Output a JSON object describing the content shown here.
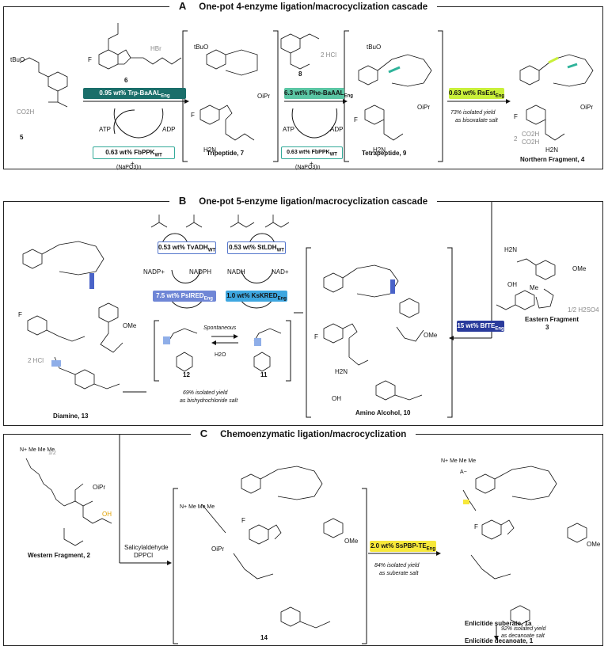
{
  "panelA": {
    "letter": "A",
    "title": "One-pot 4-enzyme ligation/macrocyclization cascade",
    "enzyme1": "0.95 wt% Trp-BaAAL",
    "enzyme1_sub": "Eng",
    "kinase1": "0.63 wt% FbPPK",
    "kinase_sub": "WT",
    "enzyme2": "6.3 wt% Phe-BaAAL",
    "enzyme2_sub": "Eng",
    "kinase2": "0.63 wt% FbPPK",
    "enzyme3": "0.63 wt% RsEst",
    "enzyme3_sub": "Eng",
    "atp": "ATP",
    "adp": "ADP",
    "polyphosphate": "(NaPO3)n",
    "plus": "+",
    "hbr": "HBr",
    "hcl2": "2 HCl",
    "cmpd5": "5",
    "cmpd6": "6",
    "cmpd8": "8",
    "tripeptide": "Tripeptide, 7",
    "tetrapeptide": "Tetrapeptide, 9",
    "northern": "Northern Fragment, 4",
    "yield": "73% isolated yield",
    "yield2": "as bisoxalate salt",
    "tbuo": "tBuO",
    "f": "F",
    "h2n": "H2N",
    "oipr": "OiPr",
    "oxalate": "2",
    "co2h": "CO2H"
  },
  "panelB": {
    "letter": "B",
    "title": "One-pot 5-enzyme ligation/macrocyclization cascade",
    "adh": "0.53 wt% TvADH",
    "ldh": "0.53 wt% StLDH",
    "wt": "WT",
    "ired": "7.5 wt% PsIRED",
    "kred": "1.0 wt% KsKRED",
    "te": "15 wt% BfTE",
    "eng": "Eng",
    "nadp": "NADP+",
    "nadph": "NADPH",
    "nadh": "NADH",
    "nad": "NAD+",
    "spontaneous": "Spontaneous",
    "h2o": "H2O",
    "cmpd12": "12",
    "cmpd11": "11",
    "yield": "69% isolated yield",
    "yield2": "as bishydrochloride salt",
    "diamine": "Diamine, 13",
    "aminoalcohol": "Amino Alcohol, 10",
    "eastern": "Eastern Fragment",
    "eastern_num": "3",
    "h2so4": "1/2 H2SO4",
    "hcl": "2 HCl",
    "ome": "OMe",
    "oh": "OH",
    "me": "Me"
  },
  "panelC": {
    "letter": "C",
    "title": "Chemoenzymatic ligation/macrocyclization",
    "western": "Western Fragment, 2",
    "reagent1": "Salicylaldehyde",
    "reagent2": "DPPCl",
    "enzyme": "2.0 wt% SsPBP-TE",
    "eng": "Eng",
    "yield": "84% isolated yield",
    "yield2": "as suberate salt",
    "cmpd14": "14",
    "suberate": "Enlicitide suberate, 1a",
    "yield3": "92% isolated yield",
    "yield4": "as decanoate salt",
    "decanoate": "Enlicitide decanoate, 1",
    "half": "1/2",
    "anion": "A−",
    "nme3": "N+ Me Me Me"
  },
  "colors": {
    "trp_pill": "#1a6e6a",
    "phe_pill": "#5bc6a4",
    "est_pill": "#c9f03a",
    "adh_outline": "#5577cc",
    "ired_pill": "#6f86d6",
    "kred_pill": "#3ea7e0",
    "te_pill": "#2a3b9c",
    "pbp_pill": "#f7e83a",
    "highlight_green": "#2fb39a",
    "highlight_blue": "#4a63c8"
  }
}
